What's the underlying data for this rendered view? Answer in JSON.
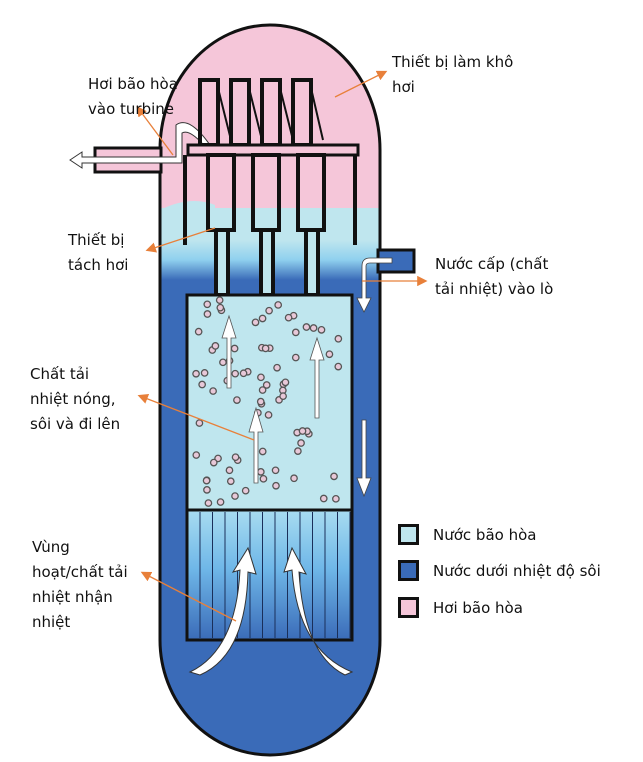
{
  "labels": {
    "steam_to_turbine": "Hơi bão hòa\nvào turbine",
    "steam_dryer": "Thiết bị làm khô\nhơi",
    "steam_separator": "Thiết bị\ntách hơi",
    "feedwater_inlet": "Nước cấp (chất\ntải nhiệt) vào lò",
    "hot_coolant_rising": "Chất tải\nnhiệt nóng,\nsôi và đi lên",
    "core_region": "Vùng\nhoạt/chất tải\nnhiệt nhận\nnhiệt"
  },
  "legend": [
    {
      "label": "Nước bão hòa",
      "color": "#bfe6ee"
    },
    {
      "label": "Nước dưới nhiệt độ sôi",
      "color": "#3a6bb8"
    },
    {
      "label": "Hơi bão hòa",
      "color": "#f5c6d9"
    }
  ],
  "colors": {
    "steam": "#f5c6d9",
    "saturated_water": "#bfe6ee",
    "subcooled_water": "#3a6bb8",
    "annotation_arrow": "#e8803a",
    "outline": "#111111"
  }
}
